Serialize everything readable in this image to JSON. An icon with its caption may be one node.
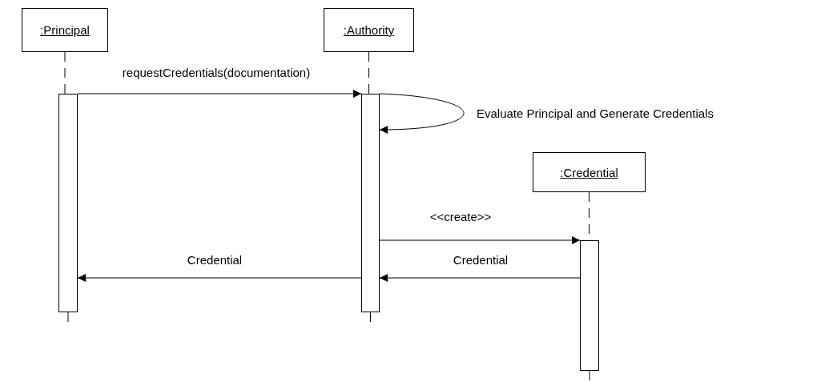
{
  "diagram": {
    "nodes": [
      {
        "text": [
          ":Principal"
        ]
      },
      {
        "text": [
          ":Authority"
        ]
      },
      {
        "text": [
          ":Credential"
        ]
      },
      {
        "text": [],
        "shape": "bar"
      },
      {
        "text": [],
        "shape": "bar"
      },
      {
        "text": [],
        "shape": "bar"
      }
    ],
    "edges": [
      {
        "from": 0,
        "to": 3,
        "arrow": "none",
        "style": "dashed"
      },
      {
        "from": 1,
        "to": 4,
        "arrow": "none",
        "style": "dashed"
      },
      {
        "from": 2,
        "to": 5,
        "arrow": "none",
        "style": "dashed"
      },
      {
        "from": 3,
        "to": 4,
        "arrow": "to",
        "label": "requestCredentials(documentation)"
      },
      {
        "from": 4,
        "to": 4,
        "arrow": "to",
        "label": "Evaluate Principal and Generate Credentials"
      },
      {
        "from": 4,
        "to": 5,
        "arrow": "to",
        "label": "<<create>>"
      },
      {
        "from": 5,
        "to": 4,
        "arrow": "to",
        "label": "Credential"
      },
      {
        "from": 4,
        "to": 3,
        "arrow": "to",
        "label": "Credential"
      }
    ]
  }
}
